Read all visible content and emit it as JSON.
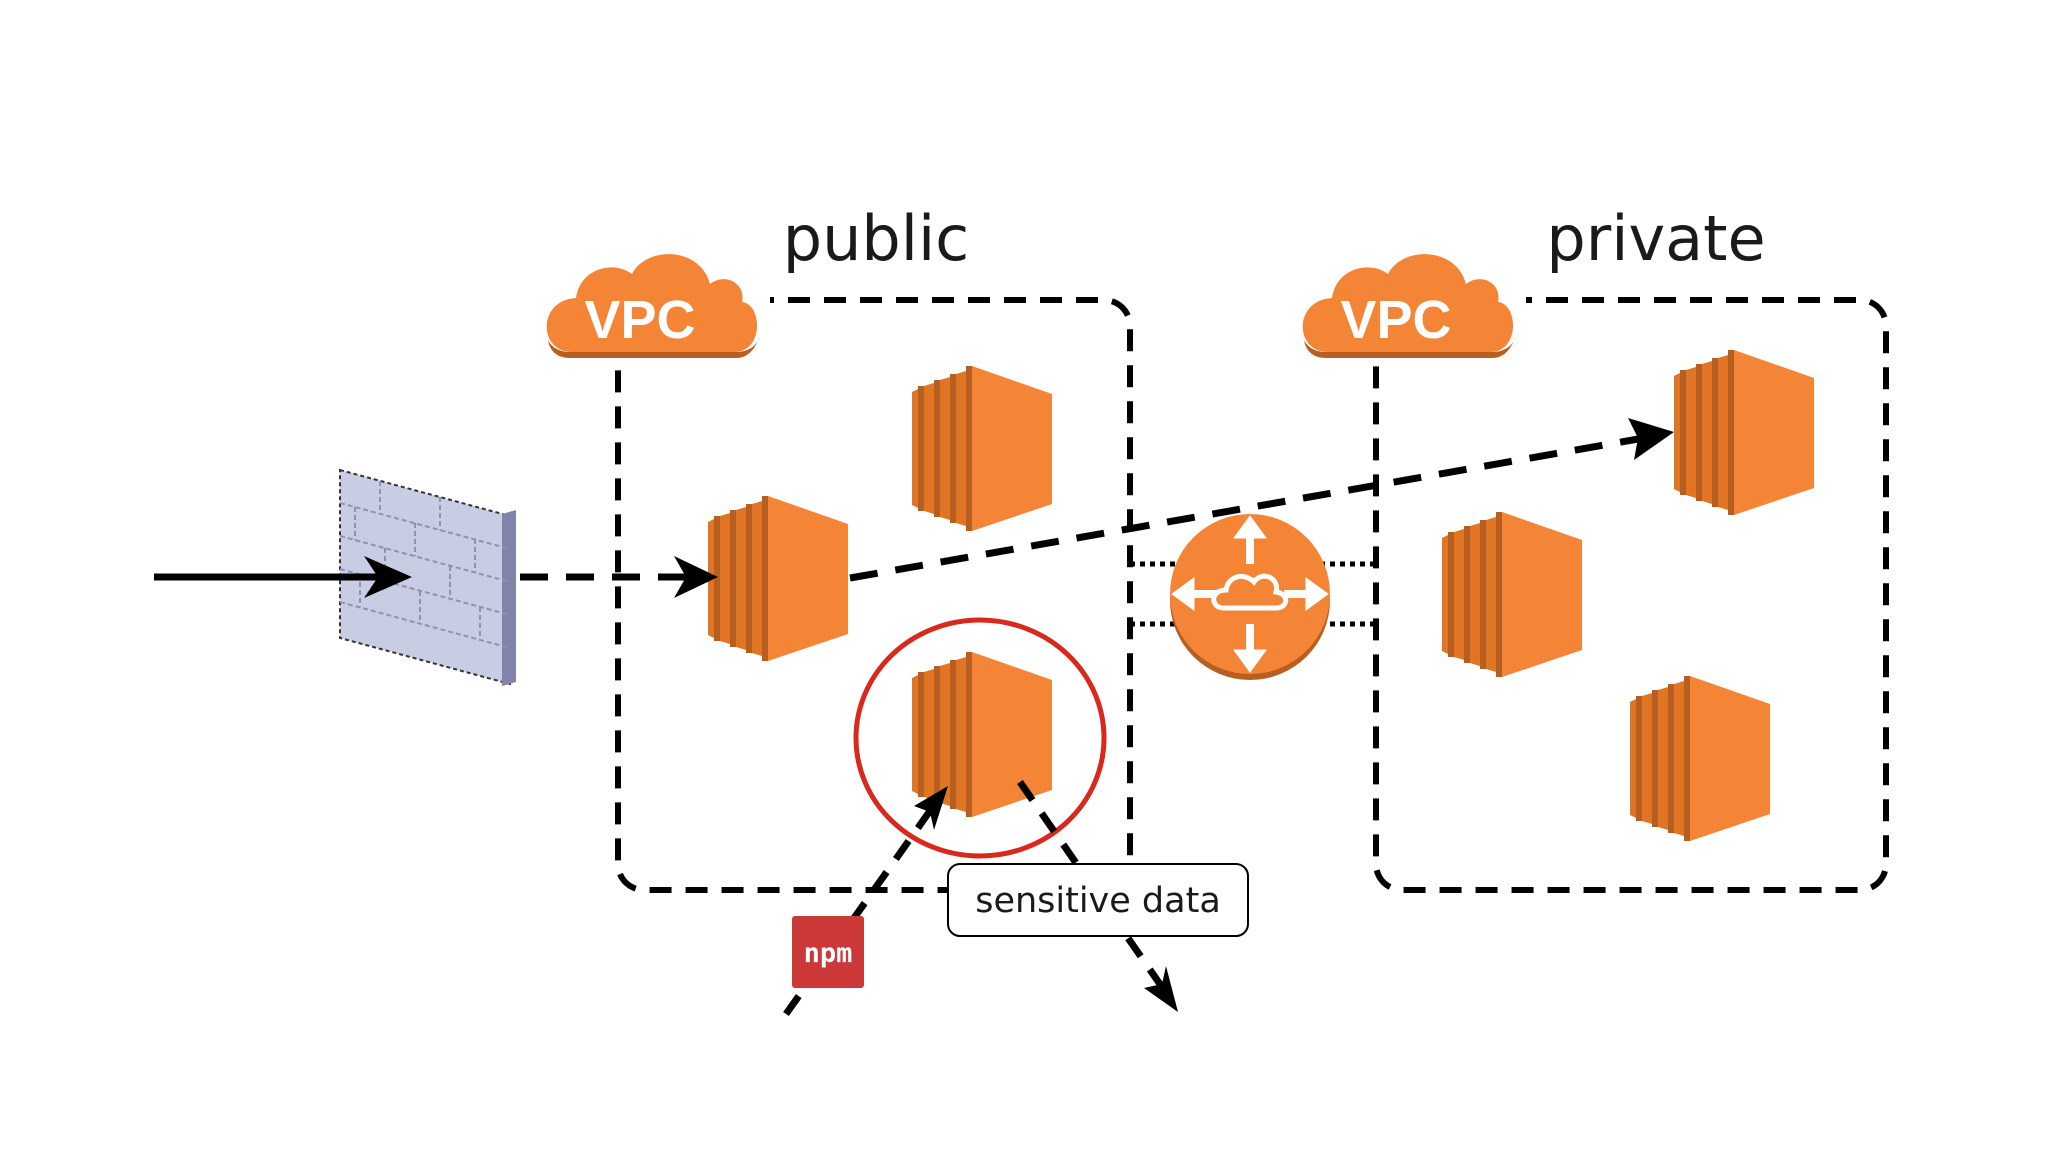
{
  "regions": {
    "public": {
      "title": "public",
      "badge": "VPC"
    },
    "private": {
      "title": "private",
      "badge": "VPC"
    }
  },
  "callout": {
    "text": "sensitive data"
  },
  "npm_badge": {
    "text": "npm"
  },
  "icons": {
    "compute_instance": "ec2-instance-icon",
    "firewall": "firewall-icon",
    "router": "vpc-router-icon",
    "vpc": "vpc-cloud-icon",
    "npm": "npm-logo-icon"
  },
  "colors": {
    "aws_orange": "#F58536",
    "aws_orange_dark": "#B75F20",
    "aws_orange_mid": "#E07623",
    "highlight_circle": "#D9281C",
    "npm_red": "#CB3837",
    "line": "#000000"
  }
}
